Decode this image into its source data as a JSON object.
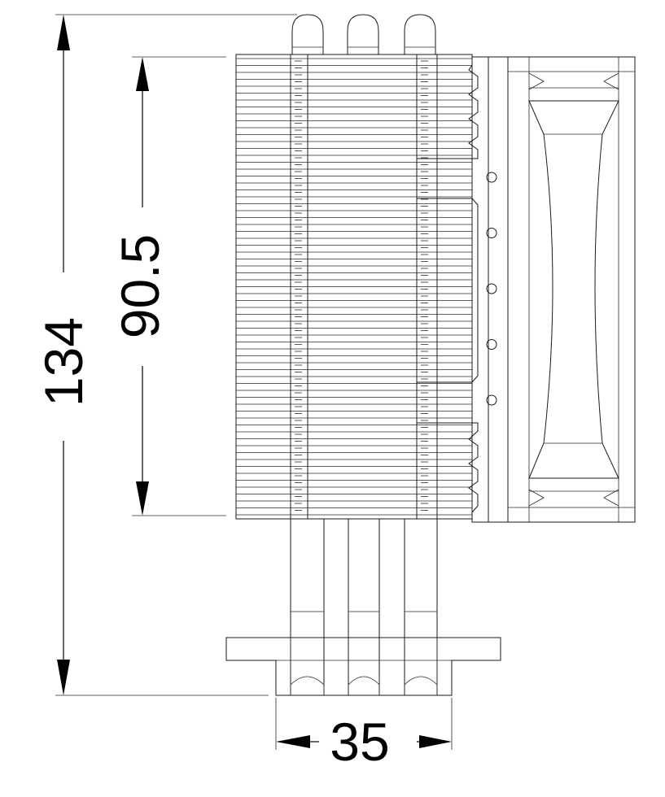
{
  "dimensions": {
    "total_height": "134",
    "fin_stack_height": "90.5",
    "base_width": "35"
  },
  "heatsink": {
    "heatpipe_count": 3,
    "mount_hole_count": 5
  }
}
